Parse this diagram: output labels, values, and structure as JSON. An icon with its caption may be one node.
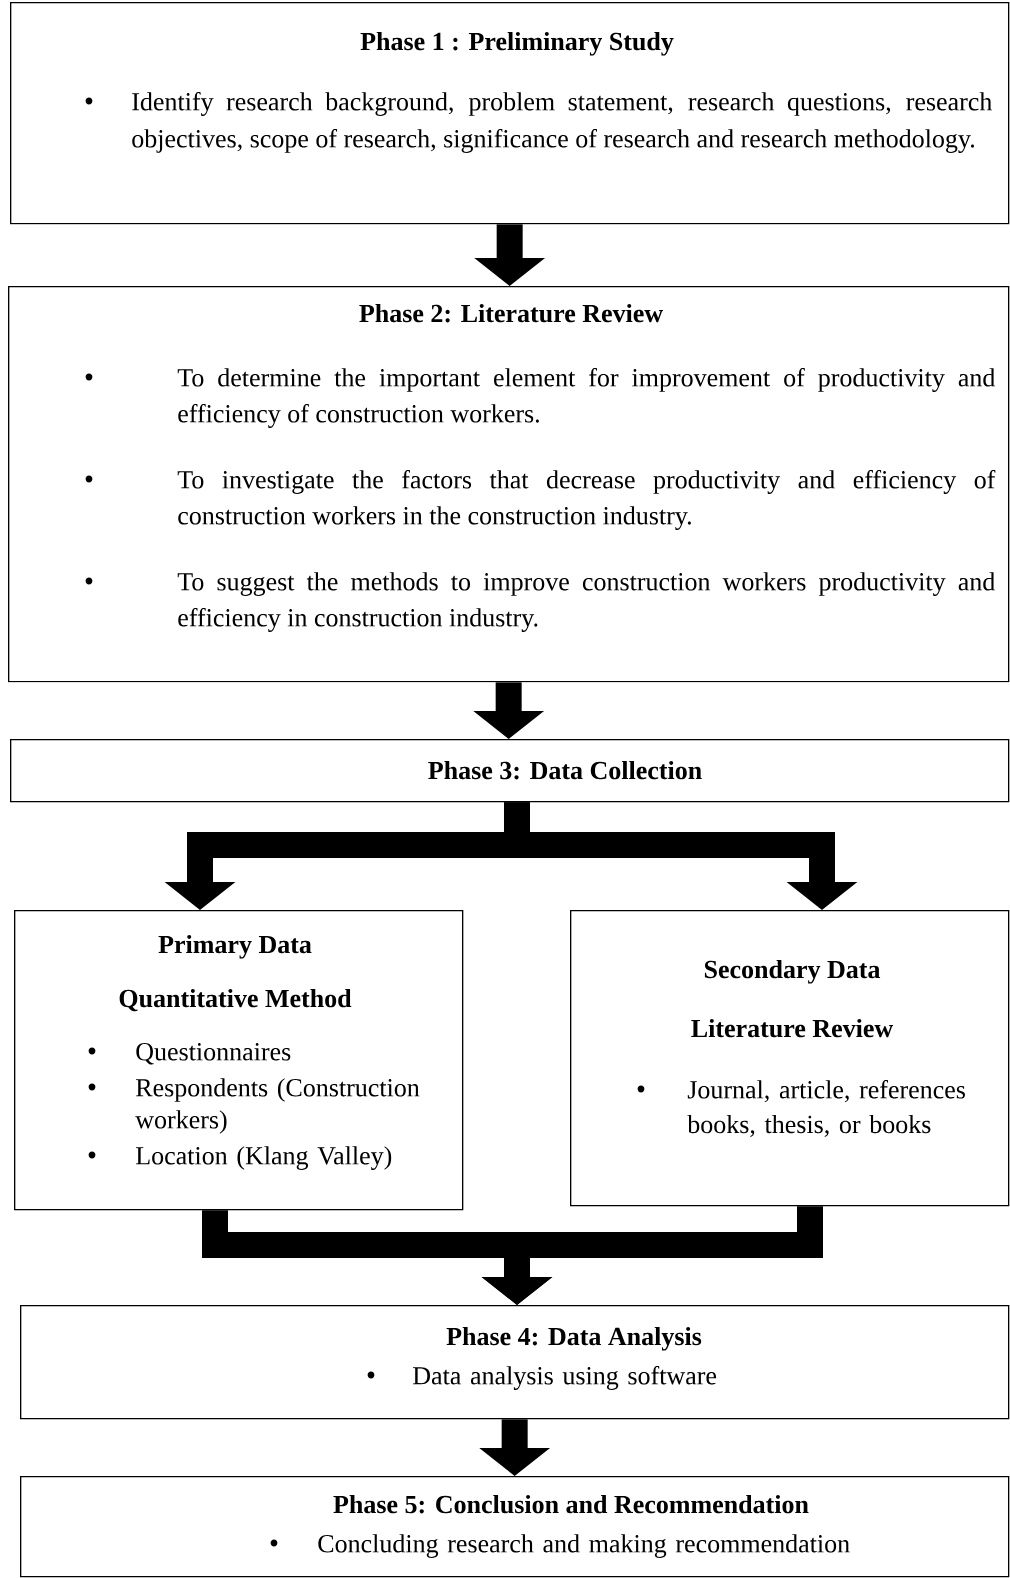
{
  "diagram": {
    "nodes": [
      {
        "text": [
          "Phase 1 : Preliminary Study",
          "Identify research background, problem statement, research questions, research objectives, scope of research, significance of research and research methodology."
        ]
      },
      {
        "text": [
          "Phase 2: Literature Review",
          "To determine the important element for improvement of productivity and efficiency of construction workers.",
          "To investigate the factors that decrease productivity and efficiency of construction workers in the construction industry.",
          "To suggest the methods to improve construction workers productivity and efficiency in construction industry."
        ]
      },
      {
        "text": [
          "Phase 3: Data Collection"
        ]
      },
      {
        "text": [
          "Primary Data",
          "Quantitative Method",
          "Questionnaires",
          "Respondents (Construction workers)",
          "Location (Klang Valley)"
        ]
      },
      {
        "text": [
          "Secondary Data",
          "Literature Review",
          "Journal, article, references books, thesis, or books"
        ]
      },
      {
        "text": [
          "Phase 4: Data Analysis",
          "Data analysis using software"
        ]
      },
      {
        "text": [
          "Phase 5: Conclusion and Recommendation",
          "Concluding research and making recommendation"
        ]
      }
    ],
    "edges": [
      {
        "from": 0,
        "to": 1,
        "arrow": "to"
      },
      {
        "from": 1,
        "to": 2,
        "arrow": "to"
      },
      {
        "from": 2,
        "to": 3,
        "arrow": "to"
      },
      {
        "from": 2,
        "to": 4,
        "arrow": "to"
      },
      {
        "from": 3,
        "to": 5,
        "arrow": "to"
      },
      {
        "from": 4,
        "to": 5,
        "arrow": "to"
      },
      {
        "from": 5,
        "to": 6,
        "arrow": "to"
      }
    ]
  }
}
